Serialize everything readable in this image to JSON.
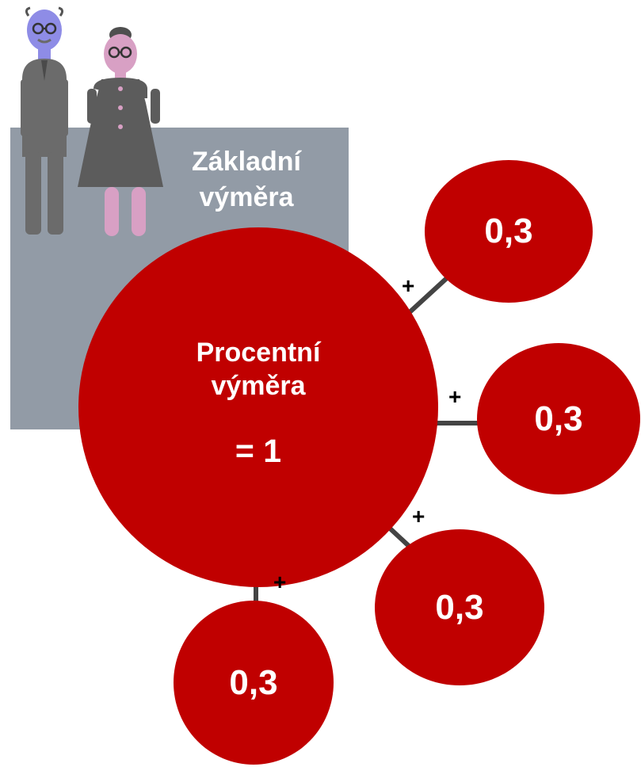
{
  "base_box": {
    "label_line1": "Základní",
    "label_line2": "výměra",
    "color": "#929ba6"
  },
  "center": {
    "title_line1": "Procentní",
    "title_line2": "výměra",
    "value": "= 1",
    "color": "#c00000"
  },
  "increments": [
    {
      "value": "0,3",
      "operator": "+"
    },
    {
      "value": "0,3",
      "operator": "+"
    },
    {
      "value": "0,3",
      "operator": "+"
    },
    {
      "value": "0,3",
      "operator": "+"
    }
  ],
  "people": [
    {
      "name": "old-man-figure",
      "head_color": "#8e8ce6",
      "body_color": "#6b6b6b"
    },
    {
      "name": "old-woman-figure",
      "head_color": "#d8a0c4",
      "body_color": "#5c5c5c"
    }
  ],
  "connector_color": "#444444"
}
